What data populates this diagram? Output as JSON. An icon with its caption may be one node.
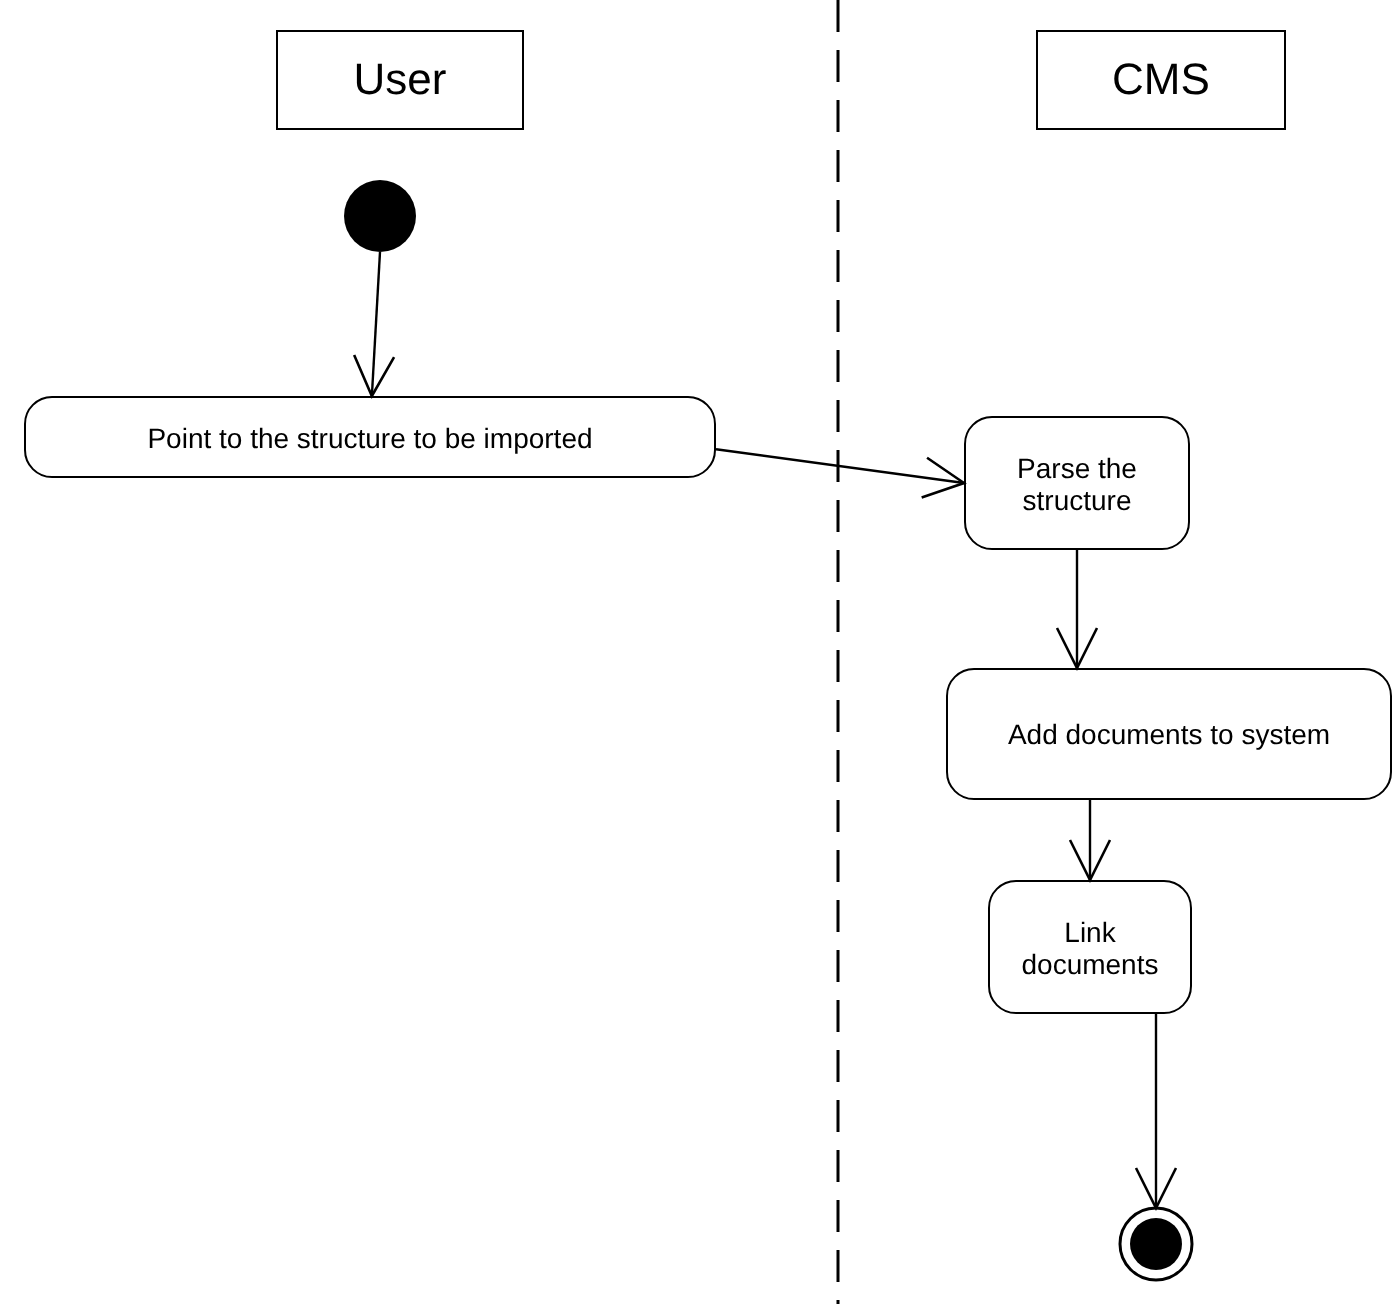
{
  "diagram": {
    "nodes": [
      {
        "text": [
          "User"
        ]
      },
      {
        "text": [
          "CMS"
        ]
      },
      {
        "text": [],
        "shape": "circle"
      },
      {
        "text": [
          "Point to the structure to be imported"
        ]
      },
      {
        "text": [
          "Parse the structure"
        ]
      },
      {
        "text": [
          "Add documents to system"
        ]
      },
      {
        "text": [
          "Link documents"
        ]
      },
      {
        "text": [],
        "shape": "circle"
      }
    ],
    "edges": [
      {
        "from": 2,
        "to": 3,
        "arrow": "to"
      },
      {
        "from": 3,
        "to": 4,
        "arrow": "to"
      },
      {
        "from": 4,
        "to": 5,
        "arrow": "to"
      },
      {
        "from": 5,
        "to": 6,
        "arrow": "to"
      },
      {
        "from": 6,
        "to": 7,
        "arrow": "to"
      }
    ]
  }
}
